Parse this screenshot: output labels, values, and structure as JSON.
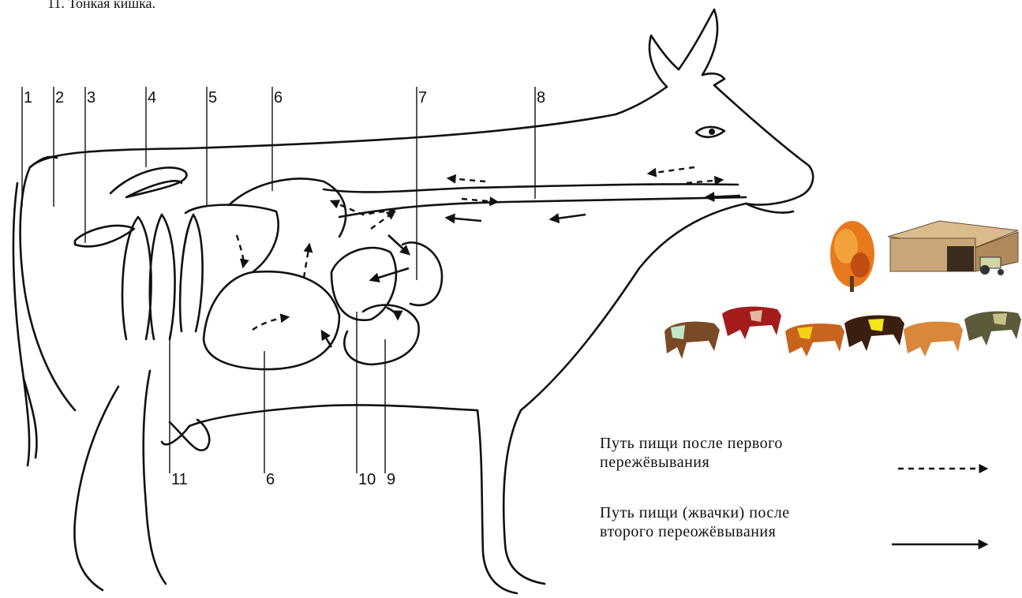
{
  "caption_top": "11. Тонкая кишка.",
  "labels": {
    "n1": "1",
    "n2": "2",
    "n3": "3",
    "n4": "4",
    "n5": "5",
    "n6a": "6",
    "n7": "7",
    "n8": "8",
    "n11": "11",
    "n6b": "6",
    "n10": "10",
    "n9": "9"
  },
  "legend": {
    "first_line1": "Путь пищи после первого",
    "first_line2": "пережёвывания",
    "second_line1": "Путь пищи (жвачки) после",
    "second_line2": "второго переожёвывания"
  },
  "colors": {
    "ink": "#111111",
    "tree": "#e8781c",
    "barn": "#c9a57a",
    "cows": [
      "#7a4a26",
      "#a31c1c",
      "#c8641e",
      "#3a1e10",
      "#d9873a",
      "#5c5a3a"
    ]
  },
  "icons": [
    "tree-icon",
    "barn-icon",
    "tractor-icon",
    "cow-icon"
  ]
}
